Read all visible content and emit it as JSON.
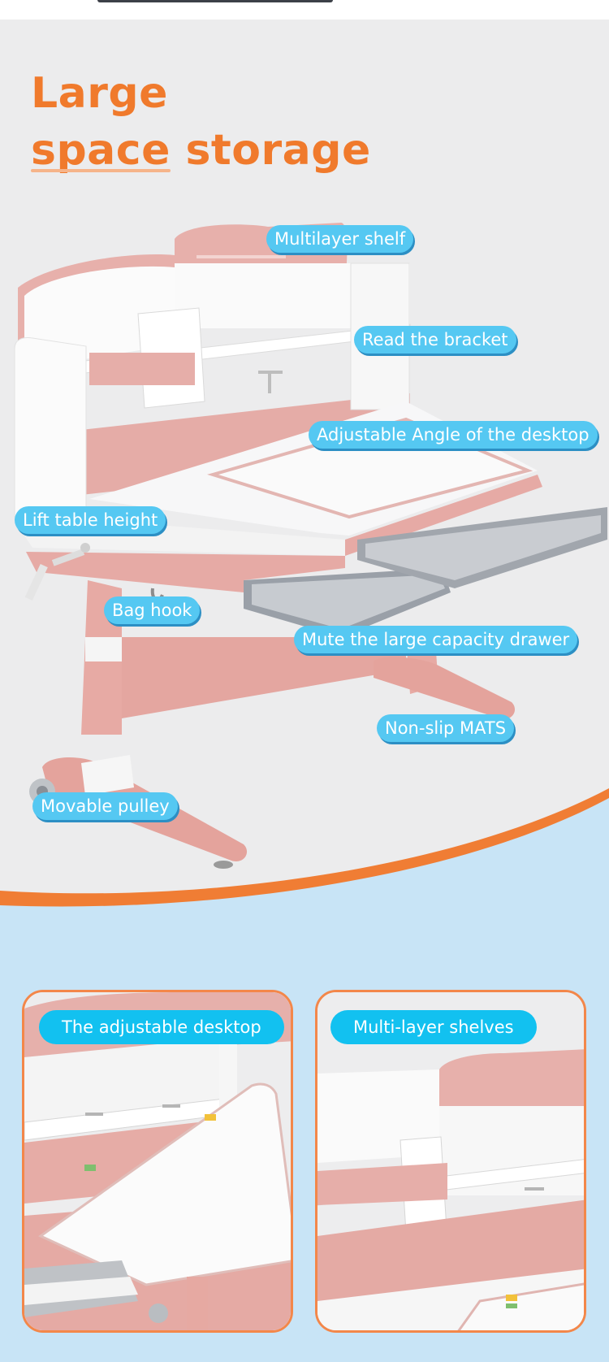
{
  "title": {
    "line1": "Large",
    "line2_underlined": "space",
    "line2_rest": "storage"
  },
  "features": {
    "multilayer_shelf": "Multilayer shelf",
    "read_bracket": "Read the bracket",
    "adjustable_angle": "Adjustable Angle of the desktop",
    "lift_height": "Lift table height",
    "bag_hook": "Bag hook",
    "drawer": "Mute the large capacity drawer",
    "non_slip": "Non-slip MATS",
    "pulley": "Movable pulley"
  },
  "cards": {
    "left_label": "The adjustable desktop",
    "right_label": "Multi-layer shelves"
  },
  "colors": {
    "accent_orange": "#f07a2c",
    "pill_blue": "#55c8f2",
    "card_pill_blue": "#12c1f0",
    "desk_pink": "#e8b2ae",
    "page_blue": "#c8e4f6"
  }
}
